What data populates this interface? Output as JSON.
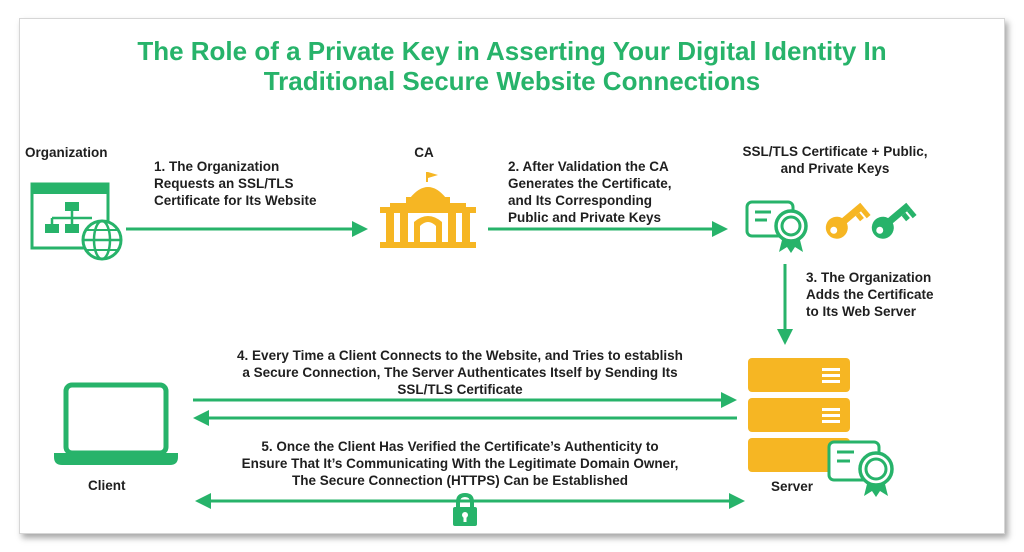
{
  "title": {
    "line1": "The Role of a Private Key in Asserting Your Digital Identity In",
    "line2": "Traditional Secure Website Connections"
  },
  "nodes": {
    "organization": "Organization",
    "ca": "CA",
    "keys": {
      "line1": "SSL/TLS Certificate + Public,",
      "line2": "and Private Keys"
    },
    "client": "Client",
    "server": "Server"
  },
  "steps": {
    "s1": [
      "1. The Organization",
      "Requests an SSL/TLS",
      "Certificate for Its Website"
    ],
    "s2": [
      "2. After Validation the CA",
      "Generates the Certificate,",
      "and Its Corresponding",
      "Public and Private Keys"
    ],
    "s3": [
      "3. The Organization",
      "Adds the Certificate",
      "to Its Web Server"
    ],
    "s4": [
      "4. Every Time a Client Connects to the Website, and Tries to establish",
      "a Secure Connection, The Server Authenticates Itself by Sending Its",
      "SSL/TLS Certificate"
    ],
    "s5": [
      "5. Once the Client Has Verified the Certificate’s Authenticity to",
      "Ensure That It’s Communicating With the Legitimate Domain Owner,",
      "The Secure Connection (HTTPS) Can be Established"
    ]
  },
  "icons": {
    "organization": "website-sitemap-globe-icon",
    "ca": "government-building-icon",
    "certificate": "certificate-icon",
    "public_key": "key-icon",
    "private_key": "key-icon",
    "client": "laptop-icon",
    "server": "server-rack-icon",
    "lock": "padlock-icon"
  },
  "colors": {
    "accent": "#27b36a",
    "key_yellow": "#f6b623",
    "text": "#1f1f1f"
  }
}
